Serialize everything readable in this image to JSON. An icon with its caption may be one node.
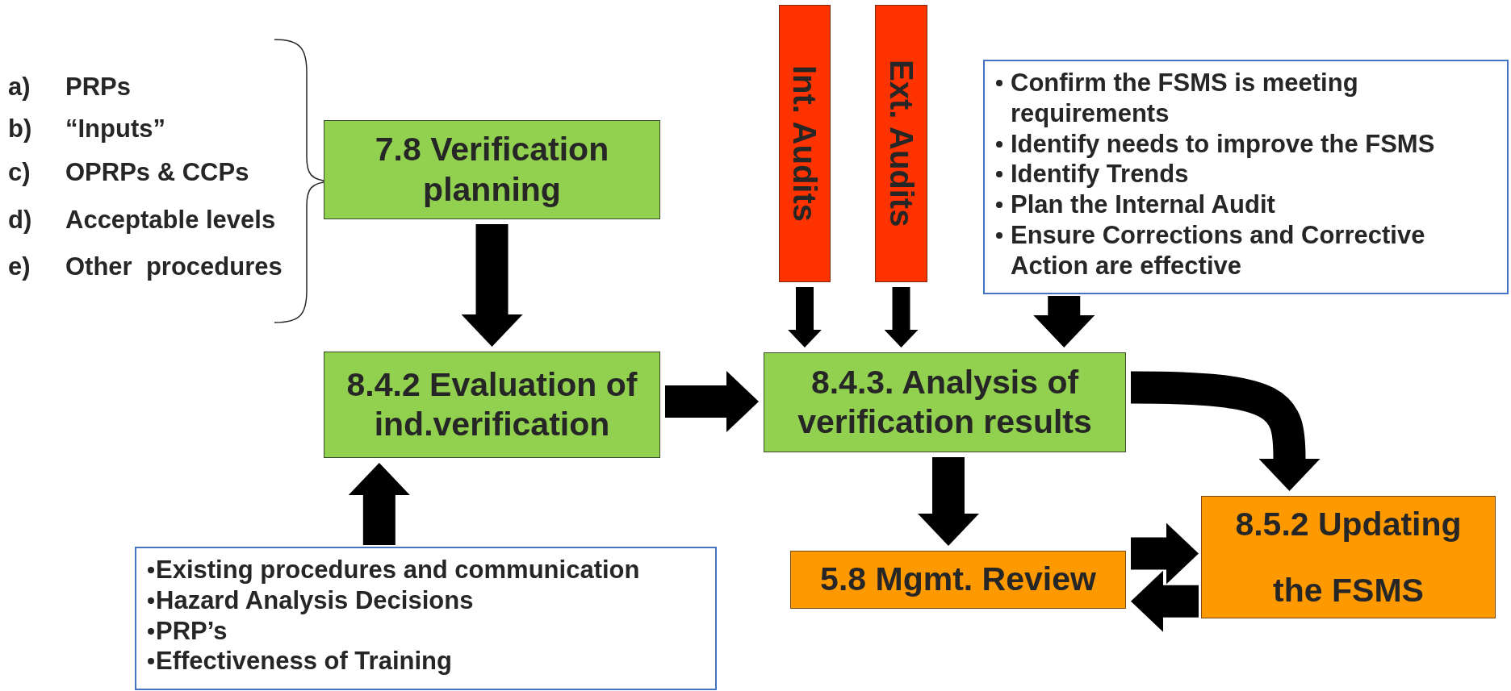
{
  "diagram": {
    "nodes": [
      {
        "text": [
          "7.8 Verification planning"
        ]
      },
      {
        "text": [
          "Int. Audits"
        ]
      },
      {
        "text": [
          "Ext. Audits"
        ]
      },
      {
        "text": [
          "Confirm the FSMS is meeting requirements",
          "Identify needs to improve the FSMS",
          "Identify Trends",
          "Plan the Internal Audit",
          "Ensure Corrections and Corrective Action are effective"
        ]
      },
      {
        "text": [
          "8.4.2 Evaluation of ind.verification"
        ]
      },
      {
        "text": [
          "8.4.3. Analysis of verification results"
        ]
      },
      {
        "text": [
          "8.5.2 Updating the FSMS"
        ]
      },
      {
        "text": [
          "5.8 Mgmt. Review"
        ]
      },
      {
        "text": [
          "Existing procedures and communication",
          "Hazard Analysis Decisions",
          "PRP’s",
          "Effectiveness of Training"
        ]
      }
    ],
    "edges": [
      {
        "from": 0,
        "to": 4,
        "arrow": "to"
      },
      {
        "from": 1,
        "to": 5,
        "arrow": "to"
      },
      {
        "from": 2,
        "to": 5,
        "arrow": "to"
      },
      {
        "from": 3,
        "to": 5,
        "arrow": "to"
      },
      {
        "from": 4,
        "to": 5,
        "arrow": "to"
      },
      {
        "from": 5,
        "to": 6,
        "arrow": "to"
      },
      {
        "from": 5,
        "to": 7,
        "arrow": "to"
      },
      {
        "from": 7,
        "to": 6,
        "arrow": "to"
      },
      {
        "from": 6,
        "to": 7,
        "arrow": "to"
      },
      {
        "from": 8,
        "to": 4,
        "arrow": "to"
      }
    ],
    "labels": [
      "a)",
      "PRPs",
      "b)",
      "“Inputs”",
      "c)",
      "OPRPs & CCPs",
      "d)",
      "Acceptable levels",
      "e)",
      "Other  procedures"
    ]
  }
}
